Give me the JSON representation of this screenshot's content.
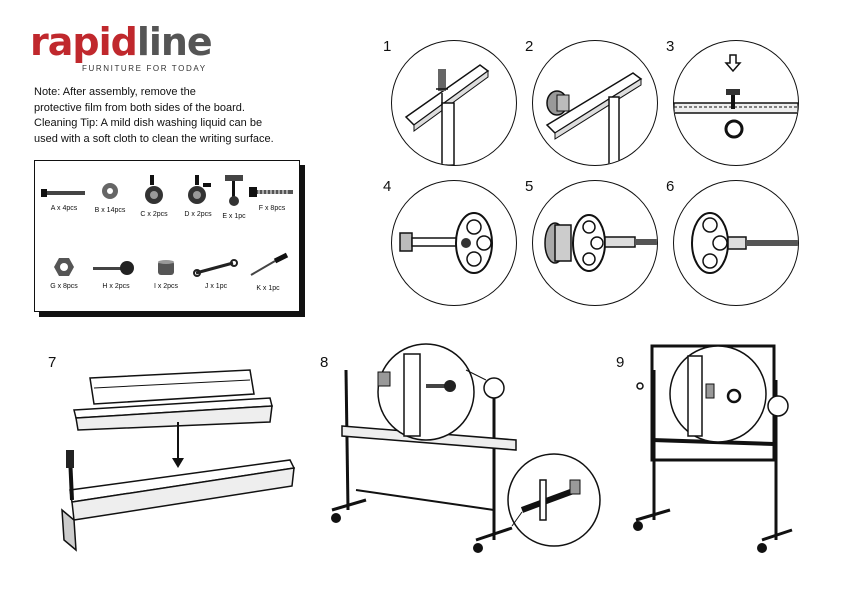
{
  "logo": {
    "part1": "rapid",
    "part2": "line",
    "tagline": "FURNITURE FOR TODAY"
  },
  "note": {
    "lines": [
      "Note:  After assembly, remove the",
      "protective film from both sides of the board.",
      "Cleaning Tip:  A mild dish washing liquid can be",
      "used with a soft cloth to clean the writing surface."
    ]
  },
  "parts": [
    {
      "label": "A x 4pcs",
      "icon": "bolt-icon"
    },
    {
      "label": "B x 14pcs",
      "icon": "washer-icon"
    },
    {
      "label": "C x 2pcs",
      "icon": "caster-icon"
    },
    {
      "label": "D x 2pcs",
      "icon": "locking-caster-icon"
    },
    {
      "label": "E x 1pc",
      "icon": "hook-icon"
    },
    {
      "label": "F x 8pcs",
      "icon": "threaded-bolt-icon"
    },
    {
      "label": "G x 8pcs",
      "icon": "nut-icon"
    },
    {
      "label": "H x 2pcs",
      "icon": "knob-bolt-icon"
    },
    {
      "label": "I x 2pcs",
      "icon": "cap-icon"
    },
    {
      "label": "J x 1pc",
      "icon": "wrench-icon"
    },
    {
      "label": "K x 1pc",
      "icon": "screwdriver-icon"
    }
  ],
  "steps": [
    "1",
    "2",
    "3",
    "4",
    "5",
    "6",
    "7",
    "8",
    "9"
  ]
}
